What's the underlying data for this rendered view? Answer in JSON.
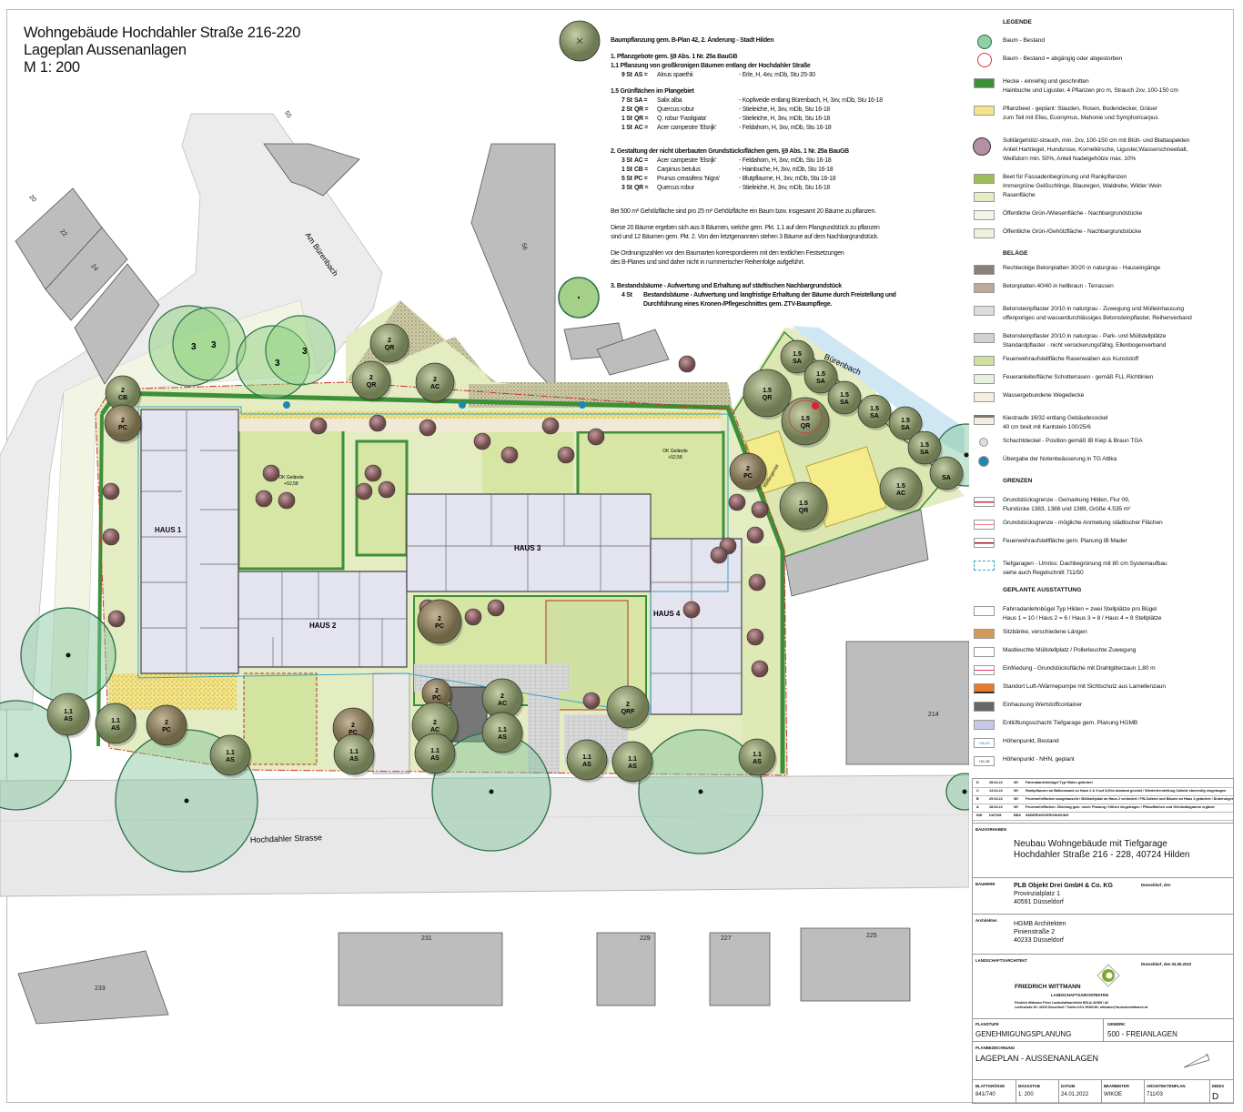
{
  "header": {
    "line1": "Wohngebäude Hochdahler Straße 216-220",
    "line2": "Lageplan Aussenanlagen",
    "scale": "M 1: 200"
  },
  "planting": {
    "heading": "Baumpflanzung gem. B-Plan 42, 2. Änderung - Stadt Hilden",
    "s1_title": "1. Pflanzgebote gem. §9 Abs. 1 Nr. 25a BauGB",
    "s11_title": "1.1 Pflanzung von großkronigen Bäumen entlang der Hochdahler Straße",
    "s11_rows": [
      {
        "count": "9 St",
        "code": "AS =",
        "species": "Alnus spaethii",
        "desc": "- Erle, H, 4xv, mDb, Stu 25-30"
      }
    ],
    "s15_title": "1.5 Grünflächen im Plangebiet",
    "s15_rows": [
      {
        "count": "7 St",
        "code": "SA =",
        "species": "Salix alba",
        "desc": "- Kopfweide entlang Bürenbach, H, 3xv, mDb, Stu 16-18"
      },
      {
        "count": "2 St",
        "code": "QR =",
        "species": "Quercus robur",
        "desc": "- Stieleiche, H, 3xv, mDb, Stu 16-18"
      },
      {
        "count": "1 St",
        "code": "QR =",
        "species": "Q. robur 'Fastigiata'",
        "desc": "- Stieleiche, H, 3xv, mDb, Stu 16-18"
      },
      {
        "count": "1 St",
        "code": "AC =",
        "species": "Acer campestre 'Elsrijk'",
        "desc": "- Feldahorn, H, 3xv, mDb, Stu 16-18"
      }
    ],
    "s2_title": "2. Gestaltung der nicht überbauten Grundstücksflächen gem. §9 Abs. 1 Nr. 25a BauGB",
    "s2_rows": [
      {
        "count": "3 St",
        "code": "AC =",
        "species": "Acer campestre 'Elsrijk'",
        "desc": "- Feldahorn, H, 3xv, mDb, Stu 16-18"
      },
      {
        "count": "1 St",
        "code": "CB =",
        "species": "Carpinus betulus",
        "desc": "- Hainbuche, H, 3xv, mDb, Stu 16-18"
      },
      {
        "count": "5 St",
        "code": "PC =",
        "species": "Prunus cerasifera 'Nigra'",
        "desc": "- Blutpflaume, H, 3xv, mDb, Stu 16-18"
      },
      {
        "count": "3 St",
        "code": "QR =",
        "species": "Quercus robur",
        "desc": "- Stieleiche, H, 3xv, mDb, Stu 16-18"
      }
    ],
    "note1": "Bei 500 m² Gehölzfläche sind pro 25 m² Gehölzfläche ein Baum bzw. insgesamt 20 Bäume zu pflanzen.",
    "note2a": "Diese 20 Bäume ergeben sich aus 8 Bäumen, welche gem. Pkt. 1.1 auf dem Plangrundstück zu pflanzen",
    "note2b": "sind und 12 Bäumen gem. Pkt. 2. Von den letztgenannten stehen 3 Bäume auf dem Nachbargrundstück.",
    "note3a": "Die Ordnungszahlen vor den Baumarten korrespondieren mit den textlichen Festsetzungen",
    "note3b": "des B-Planes und sind daher nicht in nummerischer Reihenfolge aufgeführt.",
    "s3_title": "3. Bestandsbäume - Aufwertung und Erhaltung auf städtischen Nachbargrundstück",
    "s3_count": "4 St",
    "s3_text_a": "Bestandsbäume - Aufwertung und langfristige Erhaltung der Bäume durch Freistellung und",
    "s3_text_b": "Durchführung eines Kronen-/Pflegeschnittes gem. ZTV-Baumpflege."
  },
  "legend": {
    "title": "LEGENDE",
    "groups": [
      {
        "heading": "",
        "items": [
          {
            "icon": "tree-existing",
            "text": [
              "Baum - Bestand"
            ]
          },
          {
            "icon": "tree-dead",
            "text": [
              "Baum - Bestand = abgängig oder abgestorben"
            ]
          },
          {
            "icon": "hedge",
            "text": [
              "Hecke - einreihig und geschnitten",
              "Hainbuche und Liguster, 4 Pflanzen pro m, Strauch 2xv, 100-150 cm"
            ]
          },
          {
            "icon": "planting-bed",
            "text": [
              "Pflanzbeet - geplant: Stauden, Rosen, Bodendecker, Gräser",
              "zum Teil mit Efeu, Euonymus, Mahonie und Symphoricarpus"
            ]
          },
          {
            "icon": "solitary-shrub",
            "text": [
              "Solitärgehölz/-strauch, min. 2xv, 100-150 cm mit Blüh- und Blattaspekten",
              "Anteil Hartriegel, Hundsrose, Kornelkirsche, Liguster,Wasserschneeball,",
              "Weißdorn min. 50%, Anteil Nadelgehölze max. 10%"
            ]
          },
          {
            "icon": "facade-bed",
            "text": [
              "Beet für Fassadenbegrünung und Rankpflanzen",
              "Immergrüne Geißschlinge, Blauregen, Waldrebe, Wilder Wein"
            ]
          },
          {
            "icon": "lawn",
            "text": [
              "Rasenfläche"
            ]
          },
          {
            "icon": "public-meadow",
            "text": [
              "Öffentliche Grün-/Wiesenfläche - Nachbargrundstücke"
            ]
          },
          {
            "icon": "public-shrubs",
            "text": [
              "Öffentliche Grün-/Gehölzfläche - Nachbargrundstücke"
            ]
          }
        ]
      },
      {
        "heading": "BELÄGE",
        "items": [
          {
            "icon": "paving-entrance",
            "text": [
              "Rechteckige Betonplatten 30/20 in naturgrau - Hauseingänge"
            ]
          },
          {
            "icon": "paving-terrace",
            "text": [
              "Betonplatten 40/40 in hellbraun - Terrassen"
            ]
          },
          {
            "icon": "paving-path",
            "text": [
              "Betonsteinpflaster 20/10 in naturgrau - Zuwegung und Mülleinhausung",
              "offenporiges und wasserdurchlässiges Betonsteinpflaster, Reihenverband"
            ]
          },
          {
            "icon": "paving-parking",
            "text": [
              "Betonsteinpflaster 20/10 in naturgrau - Park- und Müllstellplätze",
              "Standardpflaster - nicht versickerungsfähig, Ellenbogenverband"
            ]
          },
          {
            "icon": "fire-lawn-grid",
            "text": [
              "Feuerwehraufstellfläche Rasenwaben aus Kunststoff"
            ]
          },
          {
            "icon": "fire-gravel-lawn",
            "text": [
              "Feueranleiterfläche Schotterrasen - gemäß FLL Richtlinien"
            ]
          },
          {
            "icon": "water-bound-path",
            "text": [
              "Wassergebundene Wegedecke"
            ]
          },
          {
            "icon": "gravel-strip",
            "text": [
              "Kiestraufe 16/32 entlang Gebäudesockel",
              "40 cm breit mit Kantstein 100/25/6"
            ]
          },
          {
            "icon": "manhole",
            "text": [
              "Schachtdeckel - Position gemäß IB Kiep & Braun TGA"
            ]
          },
          {
            "icon": "drain",
            "text": [
              "Übergabe der Notentwässerung in TG Attika"
            ]
          }
        ]
      },
      {
        "heading": "GRENZEN",
        "items": [
          {
            "icon": "property-line",
            "text": [
              "Grundstücksgrenze - Gemarkung Hilden, Flur 09,",
              "Flurstücke 1383, 1388 und 1389, Größe 4.535 m²"
            ]
          },
          {
            "icon": "rental-line",
            "text": [
              "Grundstücksgrenze - mögliche Anmietung städtischer Flächen"
            ]
          },
          {
            "icon": "fire-line",
            "text": [
              "Feuerwehraufstellfläche gem. Planung IB Mader"
            ]
          },
          {
            "icon": "garage-outline",
            "text": [
              "Tiefgaragen - Umriss: Dachbegrünung mit 80 cm Systemaufbau",
              "siehe auch Regelschnitt 711/50"
            ]
          }
        ]
      },
      {
        "heading": "GEPLANTE AUSSTATTUNG",
        "items": [
          {
            "icon": "bike-rack",
            "text": [
              "Fahrradanlehnbügel Typ Hilden = zwei Stellplätze pro Bügel",
              "Haus 1 = 10 / Haus 2 = 6 / Haus 3 = 8  / Haus 4 = 8 Stellplätze"
            ]
          },
          {
            "icon": "bench",
            "text": [
              "Sitzbänke, verschiedene Längen"
            ]
          },
          {
            "icon": "lamp",
            "text": [
              "Mastleuchte Müllstellplatz / Pollerleuchte Zuwegung"
            ]
          },
          {
            "icon": "fence",
            "text": [
              "Einfriedung - Grundstücksfläche mit Drahtgitterzaun 1,80 m"
            ]
          },
          {
            "icon": "heat-pump",
            "text": [
              "Standort Luft-/Wärmepumpe mit Sichtschutz aus Lamellenzaun"
            ]
          },
          {
            "icon": "container",
            "text": [
              "Einhausung Wertstoffcontainer"
            ]
          },
          {
            "icon": "vent-shaft",
            "text": [
              "Entlüftungsschacht Tiefgarage gem. Planung HGMB"
            ]
          },
          {
            "icon": "height-existing",
            "swatch_text": "+50,63",
            "text": [
              "Höhenpunkt, Bestand"
            ]
          },
          {
            "icon": "height-planned",
            "swatch_text": "+51,35",
            "text": [
              "Höhenpunkt - NHN, geplant"
            ]
          }
        ]
      }
    ]
  },
  "plan": {
    "houses": [
      "HAUS 1",
      "HAUS 2",
      "HAUS 3",
      "HAUS 4"
    ],
    "streets": {
      "main": "Hochdahler Strasse",
      "side": "Am Bürenbach",
      "creek": "Bürenbach"
    },
    "building_numbers": [
      "20",
      "22",
      "24",
      "55",
      "56",
      "214",
      "231",
      "229",
      "227",
      "225",
      "233"
    ],
    "ok_label": "OK Gelände",
    "ok_value": "+52,58",
    "playground": "Klettergerüst",
    "trees": [
      {
        "n": "2",
        "c": "CB"
      },
      {
        "n": "2",
        "c": "PC"
      },
      {
        "n": "2",
        "c": "QR"
      },
      {
        "n": "2",
        "c": "QR"
      },
      {
        "n": "2",
        "c": "AC"
      },
      {
        "n": "2",
        "c": "PC"
      },
      {
        "n": "2",
        "c": "PC"
      },
      {
        "n": "2",
        "c": "PC"
      },
      {
        "n": "2",
        "c": "PC"
      },
      {
        "n": "2",
        "c": "AC"
      },
      {
        "n": "2",
        "c": "AC"
      },
      {
        "n": "1.1",
        "c": "AS"
      },
      {
        "n": "1.1",
        "c": "AS"
      },
      {
        "n": "1.1",
        "c": "AS"
      },
      {
        "n": "1.1",
        "c": "AS"
      },
      {
        "n": "1.1",
        "c": "AS"
      },
      {
        "n": "1.1",
        "c": "AS"
      },
      {
        "n": "1.1",
        "c": "AS"
      },
      {
        "n": "1.1",
        "c": "AS"
      },
      {
        "n": "1.1",
        "c": "AS"
      },
      {
        "n": "2",
        "c": "QRF"
      },
      {
        "n": "2",
        "c": "PC"
      },
      {
        "n": "1.5",
        "c": "QR"
      },
      {
        "n": "1.5",
        "c": "QR"
      },
      {
        "n": "1.5",
        "c": "QR"
      },
      {
        "n": "1.5",
        "c": "AC"
      },
      {
        "n": "1.5",
        "c": "SA"
      },
      {
        "n": "1.5",
        "c": "SA"
      },
      {
        "n": "1.5",
        "c": "SA"
      },
      {
        "n": "1.5",
        "c": "SA"
      },
      {
        "n": "1.5",
        "c": "SA"
      },
      {
        "n": "1.5",
        "c": "SA"
      },
      {
        "n": "",
        "c": "SA"
      }
    ],
    "existing_trees": [
      "3",
      "3",
      "3",
      "3"
    ]
  },
  "title_block": {
    "revisions": [
      {
        "ind": "D",
        "date": "28.04.22",
        "by": "WI",
        "text": "Fahrradanlehnbügel Typ Hilden geändert"
      },
      {
        "ind": "C",
        "date": "13.04.22",
        "by": "WI",
        "text": "Rankpflanzen an Balkonwand zu Haus 2 & 3 auf 3,00m Abstand gesetzt / Wiederherstellung Zufahrt ebenerdig eingetragen"
      },
      {
        "ind": "B",
        "date": "29.03.22",
        "by": "WI",
        "text": "Feuerwehrflächen ausgetauscht / Müllstellplatz an Haus 2 verändert / FW-Zufahrt und Bäume an Haus 4 geändert / Änderungen"
      },
      {
        "ind": "A",
        "date": "18.03.22",
        "by": "WI",
        "text": "Feuerwehrflächen: Übertrag gem. neuer Planung / Höhen eingetragen / Pflanzflächen und Gehölzdiagramm ergänzt"
      }
    ],
    "rev_head": {
      "ind": "IND",
      "date": "DATUM",
      "by": "BEA",
      "text": "ÄNDERUNG/ERGÄNZUNG"
    },
    "bauvorhaben_label": "BAUVORHABEN",
    "bauvorhaben_1": "Neubau Wohngebäude mit Tiefgarage",
    "bauvorhaben_2": "Hochdahler Straße 216 - 228, 40724 Hilden",
    "bauherr_label": "BAUHERR",
    "bauherr": [
      "PLB Objekt Drei GmbH & Co. KG",
      "Provinzialplatz 1",
      "40591 Düsseldorf"
    ],
    "bauherr_sign": "Düsseldorf, den",
    "architekt_label": "Architekten",
    "architekt": [
      "HGMB Architekten",
      "Pinienstraße 2",
      "40233 Düsseldorf"
    ],
    "la_label": "LANDSCHAFTSARCHITEKT",
    "la_sign": "Düsseldorf, den 04.05.2022",
    "la_name": "FRIEDRICH WITTMANN",
    "la_sub": "LANDSCHAFTSARCHITEKTEN",
    "la_addr1": "Friedrich Wittmann  Freier Landschaftsarchitekt BDLA/ AKNW / AV",
    "la_addr2": "Lueticstraße 28 / 40219 Düsseldorf / Telefon 0211 99384 88 / wittmann@fw-landschaftsarch.de",
    "planstufe_label": "PLANSTUFE",
    "planstufe": "GENEHMIGUNGSPLANUNG",
    "gewerk_label": "GEWERK",
    "gewerk": "500 - FREIANLAGEN",
    "planbez_label": "PLANBEZEICHNUNG",
    "planbez": "LAGEPLAN - AUSSENANLAGEN",
    "footer": [
      {
        "label": "BLATTGRÖSSE",
        "value": "841/740"
      },
      {
        "label": "MASSSTAB",
        "value": "1: 200"
      },
      {
        "label": "DATUM",
        "value": "24.01.2022"
      },
      {
        "label": "BEARBEITER",
        "value": "WIKOE"
      },
      {
        "label": "ARCHITEKTENPLAN",
        "value": "711/03"
      },
      {
        "label": "INDEX",
        "value": "D"
      }
    ]
  }
}
